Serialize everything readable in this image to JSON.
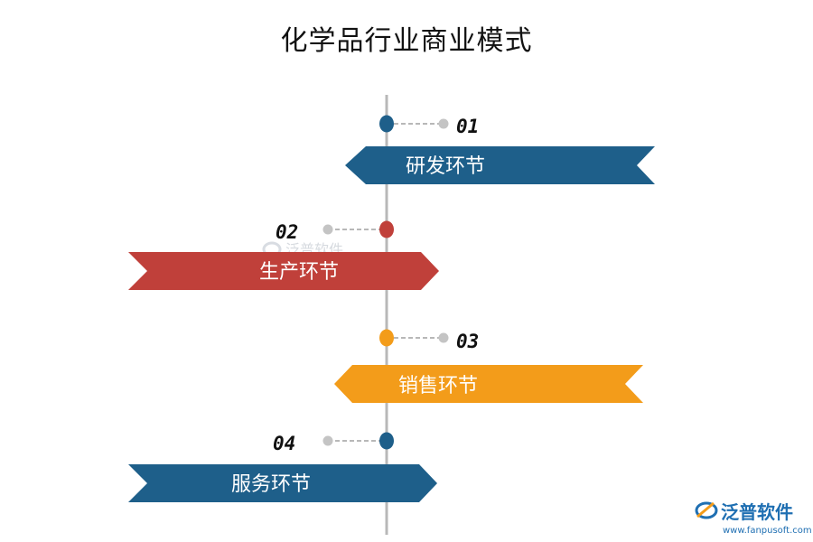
{
  "title": "化学品行业商业模式",
  "stages": [
    {
      "num": "01",
      "label": "研发环节",
      "color": "#1e5f8a"
    },
    {
      "num": "02",
      "label": "生产环节",
      "color": "#c0403a"
    },
    {
      "num": "03",
      "label": "销售环节",
      "color": "#f39c1a"
    },
    {
      "num": "04",
      "label": "服务环节",
      "color": "#1e5f8a"
    }
  ],
  "watermark": {
    "name": "泛普软件"
  },
  "logo": {
    "name": "泛普软件",
    "url": "www.fanpusoft.com"
  },
  "colors": {
    "axis": "#b8b8b8",
    "dash": "#b8b8b8",
    "dot_gray": "#c4c4c4"
  }
}
